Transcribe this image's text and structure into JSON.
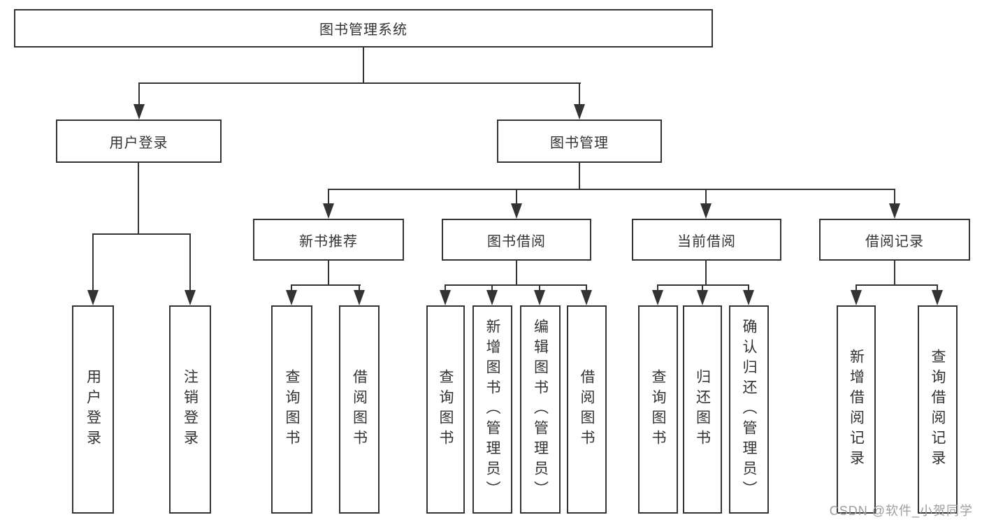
{
  "tree": {
    "label": "图书管理系统",
    "children": [
      {
        "label": "用户登录",
        "children": [
          {
            "label": "用户登录"
          },
          {
            "label": "注销登录"
          }
        ]
      },
      {
        "label": "图书管理",
        "children": [
          {
            "label": "新书推荐",
            "children": [
              {
                "label": "查询图书"
              },
              {
                "label": "借阅图书"
              }
            ]
          },
          {
            "label": "图书借阅",
            "children": [
              {
                "label": "查询图书"
              },
              {
                "label": "新增图书（管理员）"
              },
              {
                "label": "编辑图书（管理员）"
              },
              {
                "label": "借阅图书"
              }
            ]
          },
          {
            "label": "当前借阅",
            "children": [
              {
                "label": "查询图书"
              },
              {
                "label": "归还图书"
              },
              {
                "label": "确认归还（管理员）"
              }
            ]
          },
          {
            "label": "借阅记录",
            "children": [
              {
                "label": "新增借阅记录"
              },
              {
                "label": "查询借阅记录"
              }
            ]
          }
        ]
      }
    ]
  },
  "watermark": {
    "text": "CSDN @软件_小贺同学"
  },
  "colors": {
    "line": "#333333",
    "text": "#333333",
    "background": "#ffffff",
    "watermark": "#9e9e9e"
  }
}
